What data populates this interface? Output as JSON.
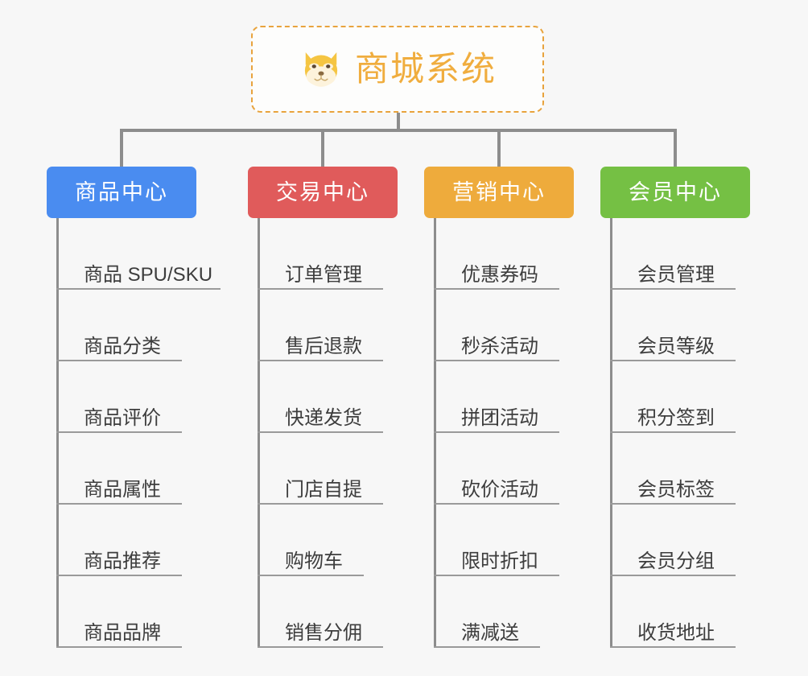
{
  "page": {
    "background_color": "#f7f7f7",
    "line_color": "#8d8d8d",
    "leaf_text_color": "#3d3d3d",
    "leaf_rule_color": "#9a9a9a"
  },
  "root": {
    "title": "商城系统",
    "icon": "shiba-dog-icon",
    "title_color": "#f0ad3e",
    "border_color": "#e8a33d",
    "background_color": "#fdfdfc"
  },
  "columns": [
    {
      "id": "product-center",
      "label": "商品中心",
      "color": "#4a8cf0",
      "items": [
        {
          "label": "商品 SPU/SKU",
          "rule_width": 204
        },
        {
          "label": "商品分类",
          "rule_width": 156
        },
        {
          "label": "商品评价",
          "rule_width": 156
        },
        {
          "label": "商品属性",
          "rule_width": 156
        },
        {
          "label": "商品推荐",
          "rule_width": 156
        },
        {
          "label": "商品品牌",
          "rule_width": 156
        }
      ]
    },
    {
      "id": "trade-center",
      "label": "交易中心",
      "color": "#e05b5b",
      "items": [
        {
          "label": "订单管理",
          "rule_width": 156
        },
        {
          "label": "售后退款",
          "rule_width": 156
        },
        {
          "label": "快递发货",
          "rule_width": 156
        },
        {
          "label": "门店自提",
          "rule_width": 156
        },
        {
          "label": "购物车",
          "rule_width": 132
        },
        {
          "label": "销售分佣",
          "rule_width": 156
        }
      ]
    },
    {
      "id": "marketing-center",
      "label": "营销中心",
      "color": "#eeab3c",
      "items": [
        {
          "label": "优惠券码",
          "rule_width": 156
        },
        {
          "label": "秒杀活动",
          "rule_width": 156
        },
        {
          "label": "拼团活动",
          "rule_width": 156
        },
        {
          "label": "砍价活动",
          "rule_width": 156
        },
        {
          "label": "限时折扣",
          "rule_width": 156
        },
        {
          "label": "满减送",
          "rule_width": 132
        }
      ]
    },
    {
      "id": "member-center",
      "label": "会员中心",
      "color": "#75c044",
      "items": [
        {
          "label": "会员管理",
          "rule_width": 156
        },
        {
          "label": "会员等级",
          "rule_width": 156
        },
        {
          "label": "积分签到",
          "rule_width": 156
        },
        {
          "label": "会员标签",
          "rule_width": 156
        },
        {
          "label": "会员分组",
          "rule_width": 156
        },
        {
          "label": "收货地址",
          "rule_width": 156
        }
      ]
    }
  ]
}
